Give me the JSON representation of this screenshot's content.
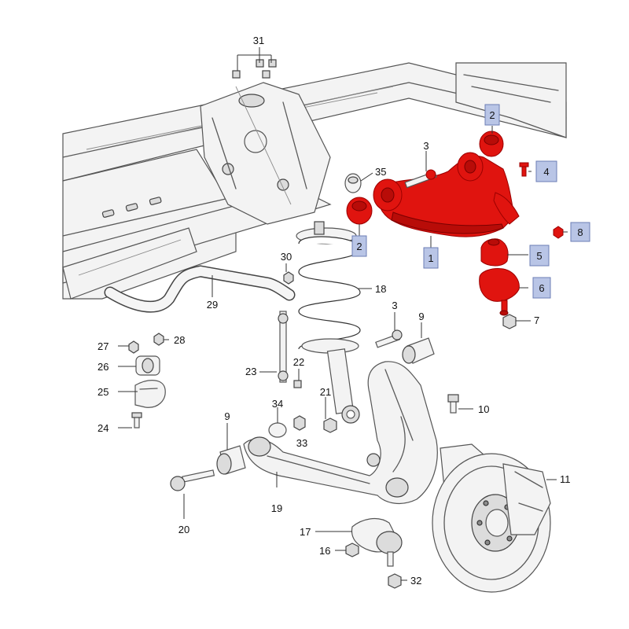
{
  "callouts": {
    "c1": "1",
    "c2a": "2",
    "c2b": "2",
    "c3a": "3",
    "c3b": "3",
    "c4": "4",
    "c5": "5",
    "c6": "6",
    "c7": "7",
    "c8": "8",
    "c9a": "9",
    "c9b": "9",
    "c10": "10",
    "c11": "11",
    "c16": "16",
    "c17": "17",
    "c18": "18",
    "c19": "19",
    "c20": "20",
    "c21": "21",
    "c22": "22",
    "c23": "23",
    "c24": "24",
    "c25": "25",
    "c26": "26",
    "c27": "27",
    "c28": "28",
    "c29": "29",
    "c30": "30",
    "c31": "31",
    "c32": "32",
    "c33": "33",
    "c34": "34",
    "c35": "35"
  },
  "colors": {
    "highlight_part": "#e0140f",
    "callout_box": "#b9c5e6"
  }
}
